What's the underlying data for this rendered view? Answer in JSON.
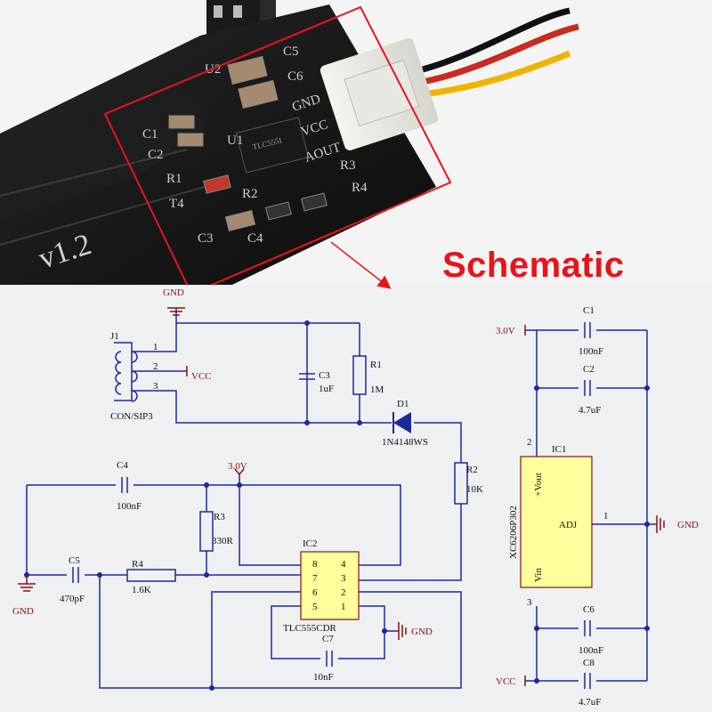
{
  "title": "Schematic",
  "colors": {
    "wire": "#1b2a9a",
    "ic_fill": "#ffff9c",
    "power_label": "#8a1010",
    "title_red": "#e8141b",
    "board": "#141414",
    "silkscreen": "#cfcfcf"
  },
  "board": {
    "silk_labels": {
      "u2": "U2",
      "c5": "C5",
      "c6": "C6",
      "c1": "C1",
      "c2": "C2",
      "u1": "U1",
      "r1": "R1",
      "t4": "T4",
      "r2": "R2",
      "c3": "C3",
      "c4": "C4",
      "r3": "R3",
      "r4": "R4",
      "gnd": "GND",
      "vcc": "VCC",
      "aout": "AOUT",
      "version": "v1.2"
    },
    "chip_marking": "TLC555I"
  },
  "schematic": {
    "power": {
      "gnd_top": "GND",
      "gnd_left": "GND",
      "gnd_ic2": "GND",
      "gnd_reg": "GND",
      "vcc_j1": "VCC",
      "v30_mid": "3.0V",
      "v30_right": "3.0V",
      "vcc_reg": "VCC"
    },
    "j1": {
      "ref": "J1",
      "pins": [
        "1",
        "2",
        "3"
      ],
      "value": "CON/SIP3"
    },
    "c3": {
      "ref": "C3",
      "value": "1uF"
    },
    "r1": {
      "ref": "R1",
      "value": "1M"
    },
    "d1": {
      "ref": "D1",
      "value": "1N4148WS"
    },
    "r2": {
      "ref": "R2",
      "value": "10K"
    },
    "c4": {
      "ref": "C4",
      "value": "100nF"
    },
    "r3": {
      "ref": "R3",
      "value": "330R"
    },
    "c5": {
      "ref": "C5",
      "value": "470pF"
    },
    "r4": {
      "ref": "R4",
      "value": "1.6K"
    },
    "ic2": {
      "ref": "IC2",
      "value": "TLC555CDR",
      "pins_left": [
        "8",
        "7",
        "6",
        "5"
      ],
      "pins_right": [
        "4",
        "3",
        "2",
        "1"
      ]
    },
    "c7": {
      "ref": "C7",
      "value": "10nF"
    },
    "c1": {
      "ref": "C1",
      "value": "100nF"
    },
    "c2": {
      "ref": "C2",
      "value": "4.7uF"
    },
    "ic1": {
      "ref": "IC1",
      "part": "XC6206P302",
      "pin_vout": "+Vout",
      "pin_adj": "ADJ",
      "pin_vin": "Vin",
      "pin2": "2",
      "pin1": "1",
      "pin3": "3"
    },
    "c6": {
      "ref": "C6",
      "value": "100nF"
    },
    "c8": {
      "ref": "C8",
      "value": "4.7uF"
    }
  }
}
